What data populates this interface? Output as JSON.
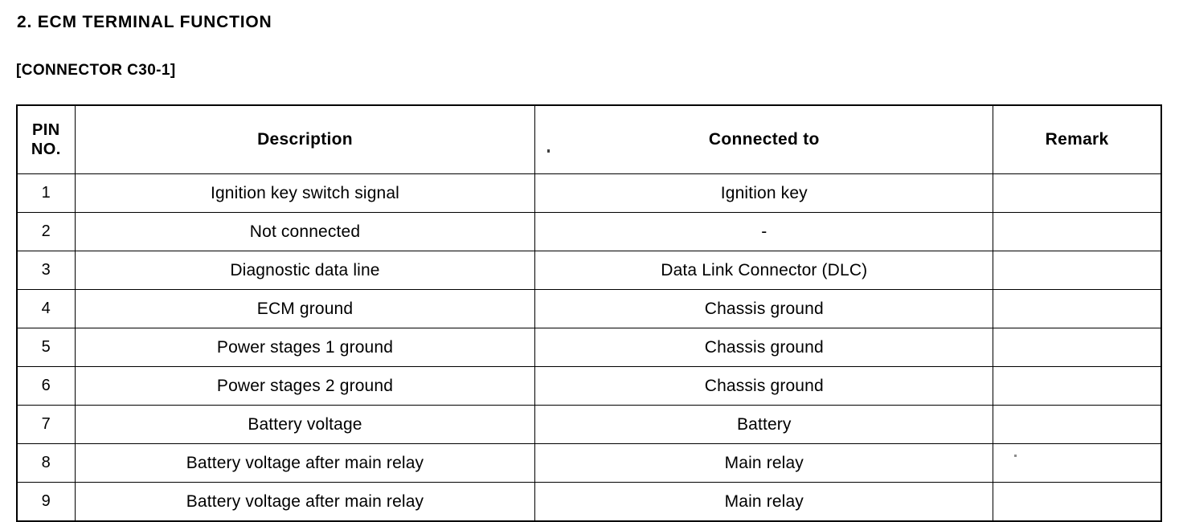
{
  "document": {
    "section_title": "2. ECM TERMINAL FUNCTION",
    "connector_title": "[CONNECTOR C30-1]"
  },
  "table": {
    "columns": [
      {
        "key": "pin",
        "header_line1": "PIN",
        "header_line2": "NO."
      },
      {
        "key": "desc",
        "header": "Description"
      },
      {
        "key": "conn",
        "header": "Connected to"
      },
      {
        "key": "remark",
        "header": "Remark"
      }
    ],
    "rows": [
      {
        "pin": "1",
        "desc": "Ignition key switch signal",
        "conn": "Ignition  key",
        "remark": ""
      },
      {
        "pin": "2",
        "desc": "Not connected",
        "conn": "-",
        "remark": ""
      },
      {
        "pin": "3",
        "desc": "Diagnostic data line",
        "conn": "Data Link Connector (DLC)",
        "remark": ""
      },
      {
        "pin": "4",
        "desc": "ECM ground",
        "conn": "Chassis  ground",
        "remark": ""
      },
      {
        "pin": "5",
        "desc": "Power stages 1 ground",
        "conn": "Chassis  ground",
        "remark": ""
      },
      {
        "pin": "6",
        "desc": "Power stages 2 ground",
        "conn": "Chassis  ground",
        "remark": ""
      },
      {
        "pin": "7",
        "desc": "Battery voltage",
        "conn": "Battery",
        "remark": ""
      },
      {
        "pin": "8",
        "desc": "Battery voltage after main relay",
        "conn": "Main  relay",
        "remark": ""
      },
      {
        "pin": "9",
        "desc": "Battery voltage after main relay",
        "conn": "Main  relay",
        "remark": ""
      }
    ]
  },
  "colors": {
    "ink": "#000000",
    "paper": "#ffffff"
  }
}
